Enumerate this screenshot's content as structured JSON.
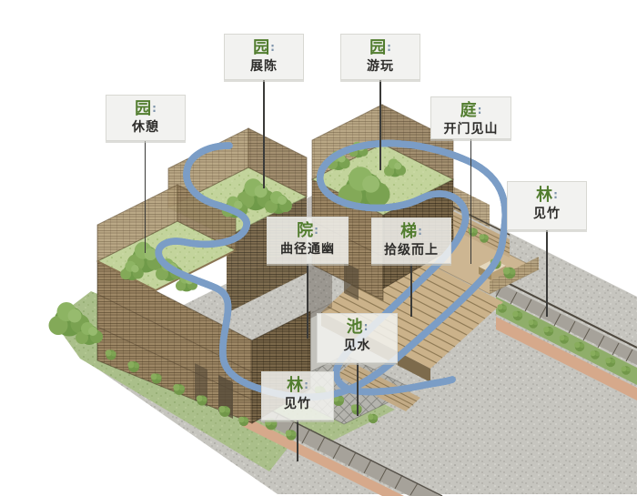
{
  "annotations": [
    {
      "id": "garden-rest",
      "term": "园",
      "colon": ":",
      "desc": "休憩"
    },
    {
      "id": "garden-exhibition",
      "term": "园",
      "colon": ":",
      "desc": "展陈"
    },
    {
      "id": "garden-play",
      "term": "园",
      "colon": ":",
      "desc": "游玩"
    },
    {
      "id": "court-open-view",
      "term": "庭",
      "colon": ":",
      "desc": "开门见山"
    },
    {
      "id": "grove-bamboo-right",
      "term": "林",
      "colon": ":",
      "desc": "见竹"
    },
    {
      "id": "courtyard-winding",
      "term": "院",
      "colon": ":",
      "desc": "曲径通幽"
    },
    {
      "id": "stairs-ascending",
      "term": "梯",
      "colon": ":",
      "desc": "拾级而上"
    },
    {
      "id": "pond-water",
      "term": "池",
      "colon": ":",
      "desc": "见水"
    },
    {
      "id": "grove-bamboo-bottom",
      "term": "林",
      "colon": ":",
      "desc": "见竹"
    }
  ],
  "colors": {
    "term_green": "#527d2f",
    "desc_ink": "#2d2c2a",
    "colon_blue": "#7d93aa",
    "ribbon_blue": "#7b9dc6",
    "label_bg": "#f2f2f0",
    "roof_green": "#c3d49c",
    "lattice_tan": "#9d8765",
    "path_pink": "#d6a98b"
  }
}
